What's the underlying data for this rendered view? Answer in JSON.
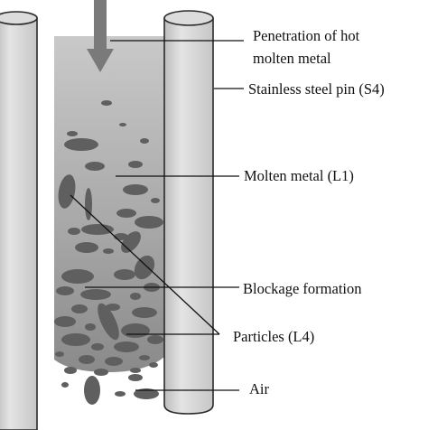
{
  "labels": {
    "penetration_line1": "Penetration of hot",
    "penetration_line2": "molten metal",
    "pin": "Stainless steel pin (S4)",
    "molten": "Molten metal (L1)",
    "blockage": "Blockage formation",
    "particles": "Particles (L4)",
    "air": "Air"
  },
  "colors": {
    "pin_fill": "#d3d3d3",
    "pin_highlight": "#e6e6e6",
    "pin_outline": "#2a2a2a",
    "particle": "#5f5f5f",
    "arrow": "#7a7a7a",
    "melt_top": "#c4c4c4",
    "melt_bottom": "#8d8d8d"
  },
  "icons": [
    "down-arrow-icon"
  ]
}
